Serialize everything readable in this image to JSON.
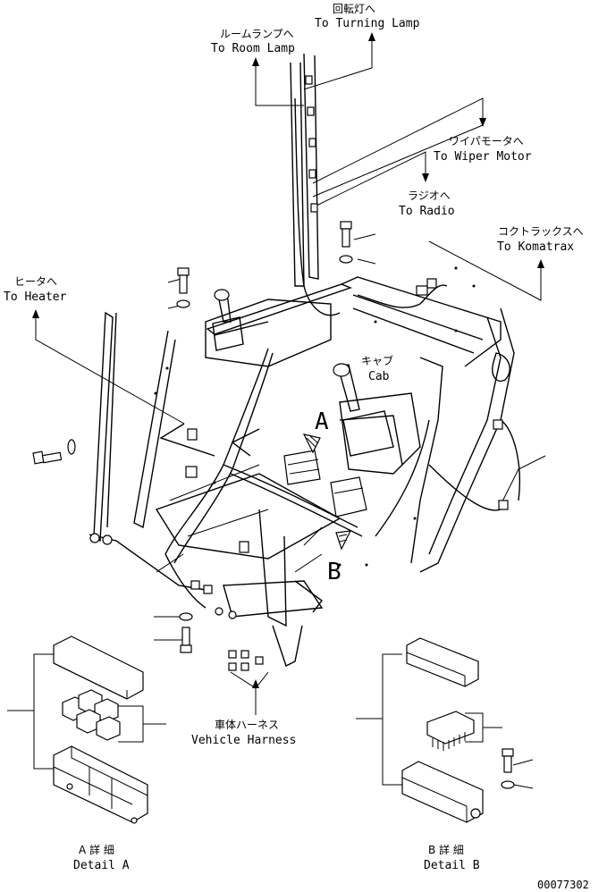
{
  "labels": {
    "turning_lamp_jp": "回転灯へ",
    "turning_lamp_en": "To Turning Lamp",
    "room_lamp_jp": "ルームランプへ",
    "room_lamp_en": "To Room Lamp",
    "wiper_motor_jp": "ワイパモータへ",
    "wiper_motor_en": "To Wiper Motor",
    "radio_jp": "ラジオへ",
    "radio_en": "To Radio",
    "komatrax_jp": "コクトラックスへ",
    "komatrax_en": "To Komatrax",
    "heater_jp": "ヒータへ",
    "heater_en": "To Heater",
    "cab_jp": "キャブ",
    "cab_en": "Cab",
    "callout_a": "A",
    "callout_b": "B",
    "vehicle_harness_jp": "車体ハーネス",
    "vehicle_harness_en": "Vehicle Harness",
    "detail_a_jp": "A 詳 細",
    "detail_a_en": "Detail A",
    "detail_b_jp": "B 詳 細",
    "detail_b_en": "Detail B",
    "drawing_number": "00077302"
  }
}
